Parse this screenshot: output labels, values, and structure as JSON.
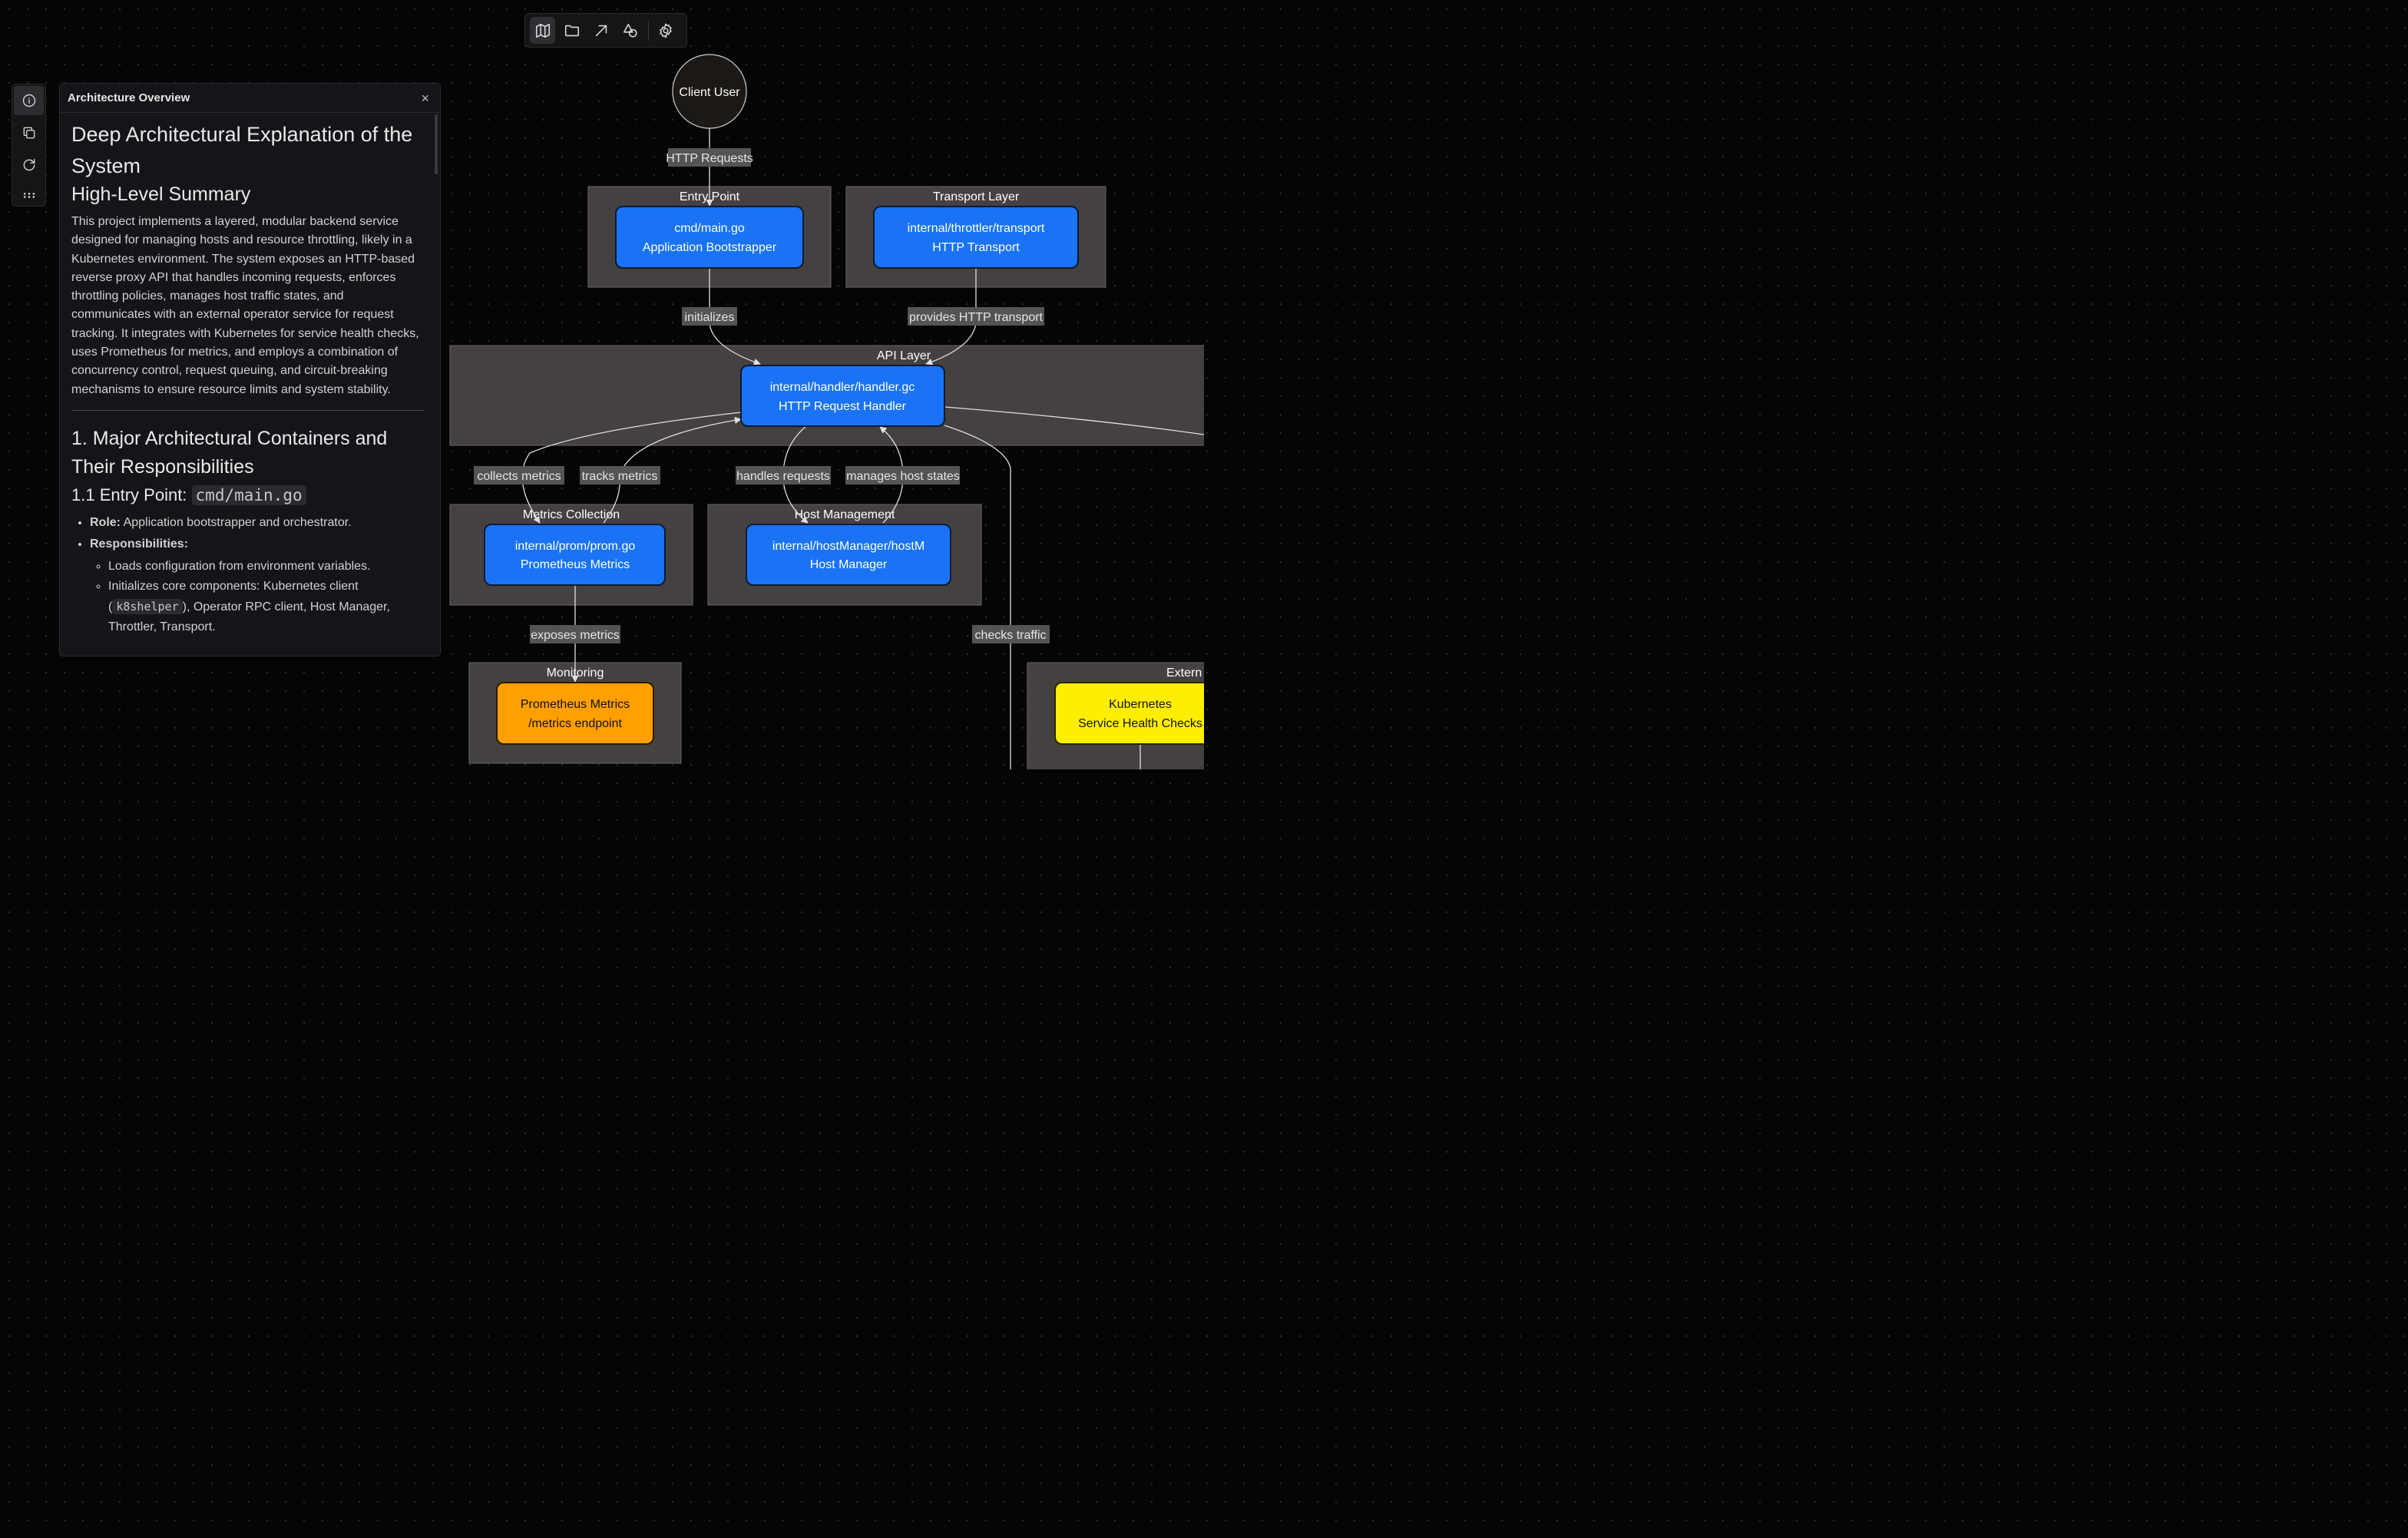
{
  "toolbar": {
    "icons": [
      "map-icon",
      "folder-icon",
      "arrow-icon",
      "shapes-icon",
      "gear-icon"
    ]
  },
  "rail": {
    "icons": [
      "info-icon",
      "copy-icon",
      "refresh-icon",
      "grid-dots-icon"
    ]
  },
  "panel": {
    "title": "Architecture Overview",
    "close": "×",
    "h1": "Deep Architectural Explanation of the System",
    "h2_summary": "High-Level Summary",
    "summary": "This project implements a layered, modular backend service designed for managing hosts and resource throttling, likely in a Kubernetes environment. The system exposes an HTTP-based reverse proxy API that handles incoming requests, enforces throttling policies, manages host traffic states, and communicates with an external operator service for request tracking. It integrates with Kubernetes for service health checks, uses Prometheus for metrics, and employs a combination of concurrency control, request queuing, and circuit-breaking mechanisms to ensure resource limits and system stability.",
    "h2_containers": "1. Major Architectural Containers and Their Responsibilities",
    "h3_entry_prefix": "1.1 Entry Point: ",
    "h3_entry_code": "cmd/main.go",
    "role_label": "Role:",
    "role_text": " Application bootstrapper and orchestrator.",
    "resp_label": "Responsibilities:",
    "resp_items": [
      "Loads configuration from environment variables."
    ],
    "init_prefix": "Initializes core components: Kubernetes client (",
    "init_code": "k8shelper",
    "init_suffix": "), Operator RPC client, Host Manager, Throttler, Transport."
  },
  "diagram": {
    "client": "Client User",
    "groups": {
      "entry": "Entry Point",
      "transport": "Transport Layer",
      "api": "API Layer",
      "metrics": "Metrics Collection",
      "host": "Host Management",
      "monitoring": "Monitoring",
      "external": "Extern"
    },
    "nodes": {
      "main_l1": "cmd/main.go",
      "main_l2": "Application Bootstrapper",
      "transport_l1": "internal/throttler/transport",
      "transport_l2": "HTTP Transport",
      "handler_l1": "internal/handler/handler.gc",
      "handler_l2": "HTTP Request Handler",
      "prom_l1": "internal/prom/prom.go",
      "prom_l2": "Prometheus Metrics",
      "host_l1": "internal/hostManager/hostM",
      "host_l2": "Host Manager",
      "monitor_l1": "Prometheus Metrics",
      "monitor_l2": "/metrics endpoint",
      "k8s_l1": "Kubernetes",
      "k8s_l2": "Service Health Checks"
    },
    "edges": {
      "http_requests": "HTTP Requests",
      "initializes": "initializes",
      "provides_transport": "provides HTTP transport",
      "collects_metrics": "collects metrics",
      "tracks_metrics": "tracks metrics",
      "handles_requests": "handles requests",
      "manages_host_states": "manages host states",
      "exposes_metrics": "exposes metrics",
      "checks_traffic": "checks traffic"
    },
    "colors": {
      "component": "#1a73f5",
      "monitoring": "#ff9f00",
      "external": "#ffee00",
      "group": "#444140",
      "client": "#1b1816"
    }
  }
}
